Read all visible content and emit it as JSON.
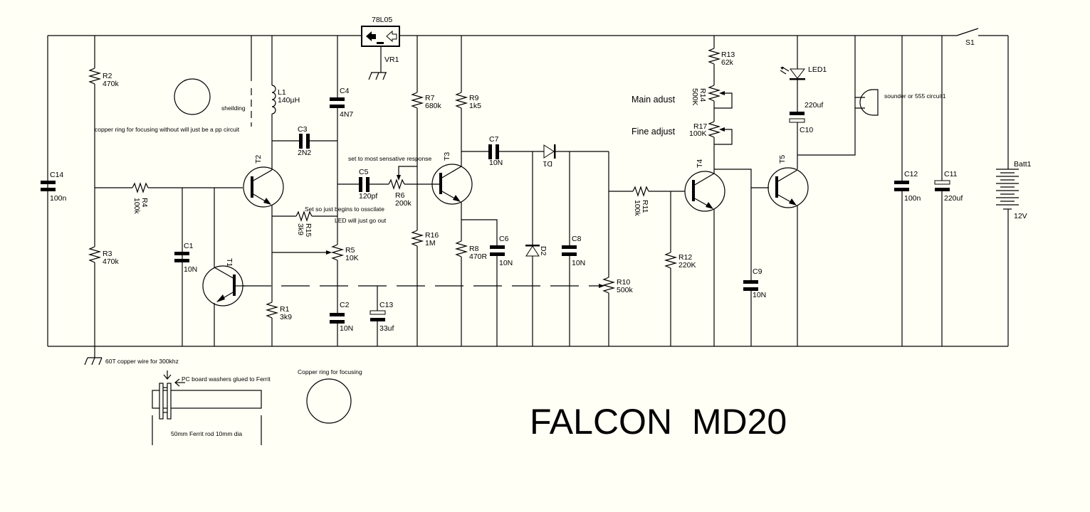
{
  "title": "FALCON  MD20",
  "regulator": {
    "part": "78L05",
    "ref": "VR1"
  },
  "components": {
    "C14": {
      "ref": "C14",
      "value": "100n"
    },
    "R2": {
      "ref": "R2",
      "value": "470k"
    },
    "R3": {
      "ref": "R3",
      "value": "470k"
    },
    "R4": {
      "ref": "R4",
      "value": "100k"
    },
    "C1": {
      "ref": "C1",
      "value": "10N"
    },
    "T1": {
      "ref": "T1"
    },
    "T2": {
      "ref": "T2"
    },
    "T3": {
      "ref": "T3"
    },
    "T4": {
      "ref": "T4"
    },
    "T5": {
      "ref": "T5"
    },
    "L1": {
      "ref": "L1",
      "value": "140µH"
    },
    "C3": {
      "ref": "C3",
      "value": "2N2"
    },
    "C4": {
      "ref": "C4",
      "value": "4N7"
    },
    "R15": {
      "ref": "R15",
      "value": "3k9"
    },
    "R5": {
      "ref": "R5",
      "value": "10K"
    },
    "R1": {
      "ref": "R1",
      "value": "3k9"
    },
    "C2": {
      "ref": "C2",
      "value": "10N"
    },
    "C13": {
      "ref": "C13",
      "value": "33uf"
    },
    "C5": {
      "ref": "C5",
      "value": "120pf"
    },
    "R6": {
      "ref": "R6",
      "value": "200k"
    },
    "R7": {
      "ref": "R7",
      "value": "680k"
    },
    "R16": {
      "ref": "R16",
      "value": "1M"
    },
    "R9": {
      "ref": "R9",
      "value": "1k5"
    },
    "R8": {
      "ref": "R8",
      "value": "470R"
    },
    "C6": {
      "ref": "C6",
      "value": "10N"
    },
    "C7": {
      "ref": "C7",
      "value": "10N"
    },
    "D1": {
      "ref": "D1"
    },
    "D2": {
      "ref": "D2"
    },
    "C8": {
      "ref": "C8",
      "value": "10N"
    },
    "R10": {
      "ref": "R10",
      "value": "500k"
    },
    "R11": {
      "ref": "R11",
      "value": "100k"
    },
    "R12": {
      "ref": "R12",
      "value": "220K"
    },
    "R13": {
      "ref": "R13",
      "value": "62k"
    },
    "R14": {
      "ref": "R14",
      "value": "500K"
    },
    "R17": {
      "ref": "R17",
      "value": "100K"
    },
    "C9": {
      "ref": "C9",
      "value": "10N"
    },
    "LED1": {
      "ref": "LED1"
    },
    "C10": {
      "ref": "C10",
      "value": "220uf"
    },
    "C12": {
      "ref": "C12",
      "value": "100n"
    },
    "C11": {
      "ref": "C11",
      "value": "220uf"
    },
    "S1": {
      "ref": "S1"
    },
    "Batt1": {
      "ref": "Batt1",
      "value": "12V"
    }
  },
  "notes": {
    "shielding": "sheilding",
    "copper_ring_top": "copper ring for focusing without will just be a pp circuit",
    "sensitive": "set to most sensative response",
    "oscillate": "Set so just begins to osscilate",
    "led_out": "LED will just go out",
    "main_adjust": "Main adust",
    "fine_adjust": "Fine adjust",
    "sounder": "sounder or 555 circuit1",
    "coil": "60T copper wire for 300khz",
    "washers": "PC board washers glued to Ferrit",
    "ferrite_rod": "50mm Ferrit rod 10mm dia",
    "copper_ring_bottom": "Copper ring for focusing"
  }
}
